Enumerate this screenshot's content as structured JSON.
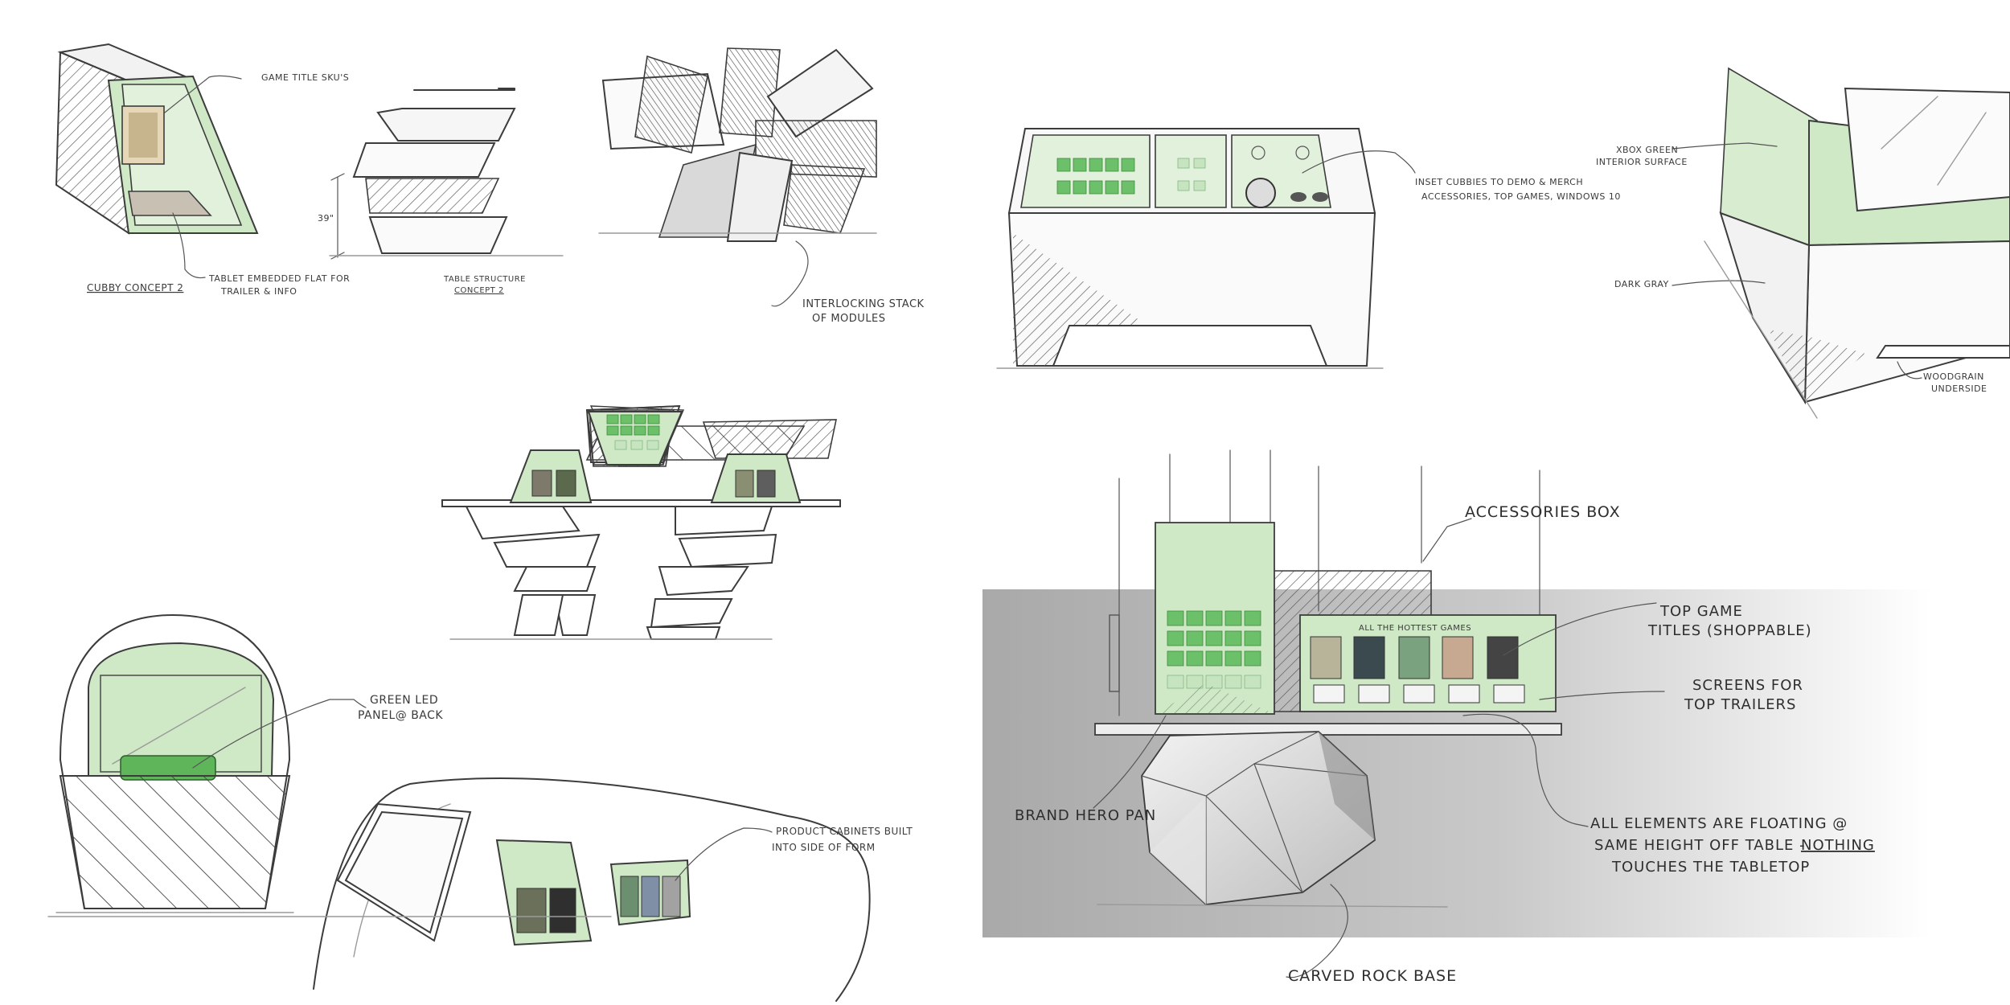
{
  "annotations": {
    "cubby_game_title": "GAME TITLE SKU'S",
    "cubby_tablet_line1": "TABLET EMBEDDED FLAT FOR",
    "cubby_tablet_line2": "TRAILER & INFO",
    "cubby_concept": "CUBBY CONCEPT 2",
    "table_height": "39\"",
    "table_structure_line1": "TABLE STRUCTURE",
    "table_structure_line2": "CONCEPT 2",
    "interlocking_line1": "INTERLOCKING STACK",
    "interlocking_line2": "OF MODULES",
    "inset_cubbies_line1": "INSET CUBBIES TO DEMO & MERCH",
    "inset_cubbies_line2": "ACCESSORIES, TOP GAMES, WINDOWS 10",
    "xbox_green_line1": "XBOX GREEN",
    "xbox_green_line2": "INTERIOR SURFACE",
    "dark_gray": "DARK GRAY",
    "woodgrain_line1": "WOODGRAIN",
    "woodgrain_line2": "UNDERSIDE",
    "green_led_line1": "GREEN LED",
    "green_led_line2": "PANEL@ BACK",
    "product_cabinets_line1": "PRODUCT CABINETS BUILT",
    "product_cabinets_line2": "INTO SIDE OF FORM",
    "accessories_box": "ACCESSORIES BOX",
    "top_game_line1": "TOP GAME",
    "top_game_line2": "TITLES (SHOPPABLE)",
    "screens_line1": "SCREENS FOR",
    "screens_line2": "TOP TRAILERS",
    "all_hottest_games": "ALL THE HOTTEST GAMES",
    "brand_hero": "BRAND HERO PAN",
    "floating_line1": "ALL ELEMENTS ARE FLOATING @",
    "floating_line2": "SAME HEIGHT OFF TABLE -",
    "floating_nothing": "NOTHING",
    "floating_line3": "TOUCHES THE TABLETOP",
    "carved_rock": "CARVED ROCK BASE"
  },
  "colors": {
    "xbox_green_fill": "#cfe8c6",
    "xbox_green_tile": "#6cc06a",
    "ink": "#3c3c3c",
    "backdrop_gray": "#b5b5b5"
  }
}
